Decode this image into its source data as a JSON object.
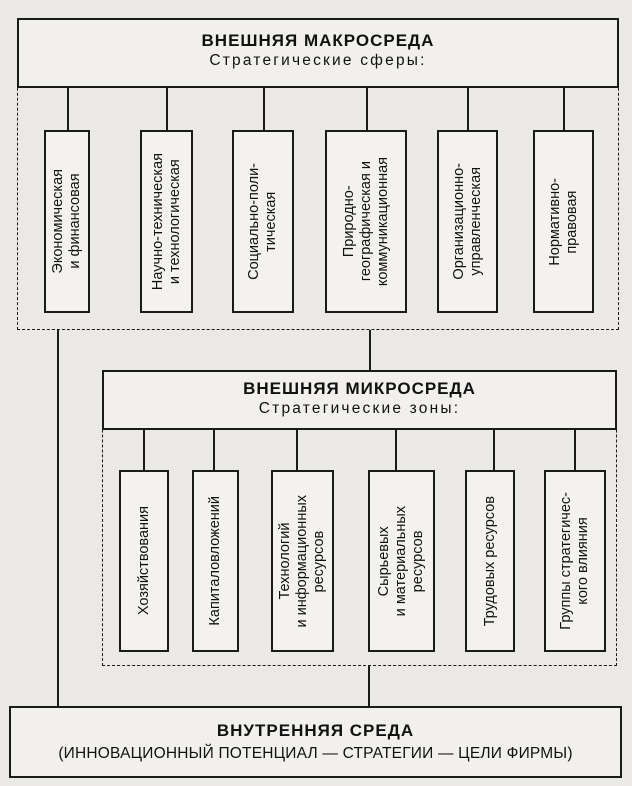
{
  "macro": {
    "title": "ВНЕШНЯЯ МАКРОСРЕДА",
    "subtitle": "Стратегические сферы:",
    "items": [
      "Экономическая\nи финансовая",
      "Научно-техническая\nи технологическая",
      "Социально-поли-\nтическая",
      "Природно-\nгеографическая и\nкоммуникационная",
      "Организационно-\nуправленческая",
      "Нормативно-\nправовая"
    ]
  },
  "micro": {
    "title": "ВНЕШНЯЯ МИКРОСРЕДА",
    "subtitle": "Стратегические зоны:",
    "items": [
      "Хозяйствования",
      "Капиталовложений",
      "Технологий\nи информационных\nресурсов",
      "Сырьевых\nи материальных\nресурсов",
      "Трудовых ресурсов",
      "Группы стратегичес-\nкого влияния"
    ]
  },
  "internal": {
    "title": "ВНУТРЕННЯЯ СРЕДА",
    "subtitle": "(ИННОВАЦИОННЫЙ ПОТЕНЦИАЛ — СТРАТЕГИИ — ЦЕЛИ ФИРМЫ)"
  }
}
